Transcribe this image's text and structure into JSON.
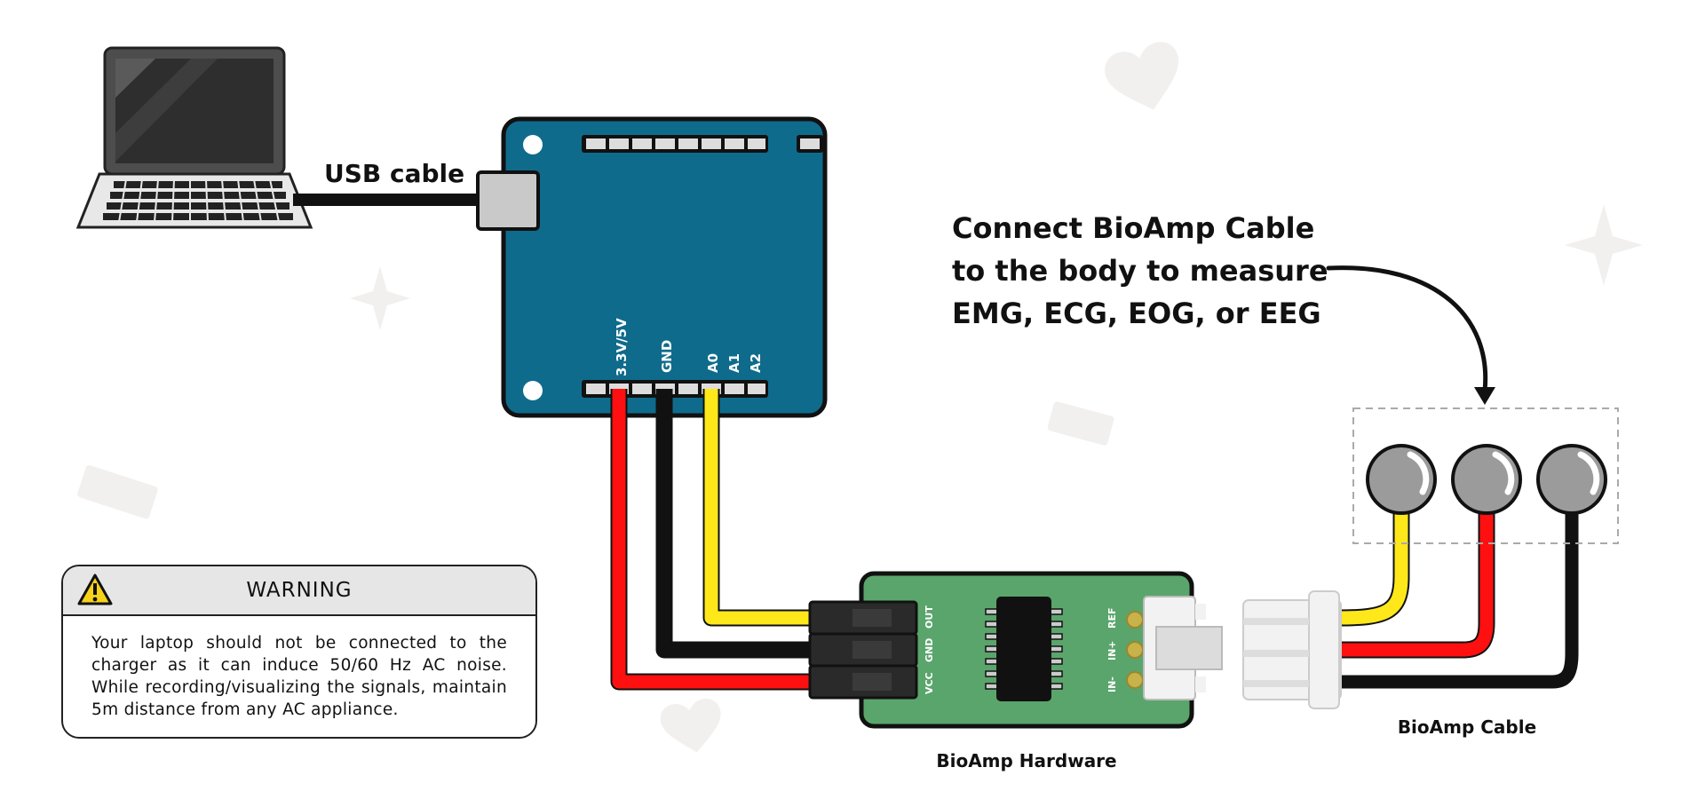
{
  "labels": {
    "usb_cable": "USB cable",
    "instruction_line1": "Connect BioAmp Cable",
    "instruction_line2": "to the body to measure",
    "instruction_line3": "EMG, ECG, EOG, or EEG",
    "bioamp_hardware": "BioAmp Hardware",
    "bioamp_cable": "BioAmp Cable"
  },
  "board_pins": {
    "vcc": "3.3V/5V",
    "gnd": "GND",
    "a0": "A0",
    "a1": "A1",
    "a2": "A2"
  },
  "hardware_pins": {
    "out": "OUT",
    "gnd": "GND",
    "vcc": "VCC",
    "ref": "REF",
    "in_plus": "IN+",
    "in_minus": "IN-"
  },
  "warning": {
    "title": "WARNING",
    "text": "Your laptop should not be connected to the charger as it can induce 50/60 Hz AC noise. While recording/visualizing the signals, maintain 5m distance from any AC appliance."
  },
  "colors": {
    "board": "#0f6b8c",
    "hardware": "#5aa56b",
    "wire_red": "#ff1010",
    "wire_black": "#111111",
    "wire_yellow": "#ffe81a"
  }
}
